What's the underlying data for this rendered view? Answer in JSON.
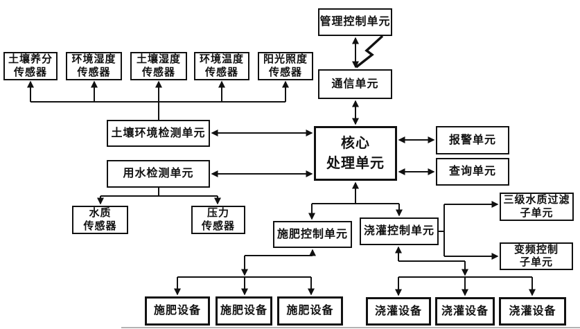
{
  "colors": {
    "background": "#ffffff",
    "line": "#111111",
    "text": "#111111"
  },
  "nodes": {
    "soil_nutrient_sensor": {
      "label": "土壤养分\n传感器"
    },
    "env_humidity_sensor": {
      "label": "环境湿度\n传感器"
    },
    "soil_humidity_sensor": {
      "label": "土壤湿度\n传感器"
    },
    "env_temperature_sensor": {
      "label": "环境温度\n传感器"
    },
    "sunlight_sensor": {
      "label": "阳光照度\n传感器"
    },
    "management_control_unit": {
      "label": "管理控制单元"
    },
    "communication_unit": {
      "label": "通信单元"
    },
    "core_processing_unit": {
      "label": "核心\n处理单元"
    },
    "alarm_unit": {
      "label": "报警单元"
    },
    "query_unit": {
      "label": "查询单元"
    },
    "soil_env_detection_unit": {
      "label": "土壤环境检测单元"
    },
    "water_detection_unit": {
      "label": "用水检测单元"
    },
    "water_quality_sensor": {
      "label": "水质\n传感器"
    },
    "pressure_sensor": {
      "label": "压力\n传感器"
    },
    "fertilization_control_unit": {
      "label": "施肥控制单元"
    },
    "irrigation_control_unit": {
      "label": "浇灌控制单元"
    },
    "filtration_subunit": {
      "label": "三级水质过滤\n子单元"
    },
    "vfd_subunit": {
      "label": "变频控制\n子单元"
    },
    "fertilization_equipment_1": {
      "label": "施肥设备"
    },
    "fertilization_equipment_2": {
      "label": "施肥设备"
    },
    "fertilization_equipment_3": {
      "label": "施肥设备"
    },
    "irrigation_equipment_1": {
      "label": "浇灌设备"
    },
    "irrigation_equipment_2": {
      "label": "浇灌设备"
    },
    "irrigation_equipment_3": {
      "label": "浇灌设备"
    }
  },
  "edges": [
    {
      "from": "soil_env_detection_unit",
      "to": "soil_nutrient_sensor",
      "type": "arrow"
    },
    {
      "from": "soil_env_detection_unit",
      "to": "env_humidity_sensor",
      "type": "arrow"
    },
    {
      "from": "soil_env_detection_unit",
      "to": "soil_humidity_sensor",
      "type": "arrow"
    },
    {
      "from": "soil_env_detection_unit",
      "to": "env_temperature_sensor",
      "type": "arrow"
    },
    {
      "from": "soil_env_detection_unit",
      "to": "sunlight_sensor",
      "type": "arrow"
    },
    {
      "from": "soil_env_detection_unit",
      "to": "core_processing_unit",
      "type": "bidirectional"
    },
    {
      "from": "water_detection_unit",
      "to": "core_processing_unit",
      "type": "bidirectional"
    },
    {
      "from": "water_detection_unit",
      "to": "water_quality_sensor",
      "type": "arrow"
    },
    {
      "from": "water_detection_unit",
      "to": "pressure_sensor",
      "type": "arrow"
    },
    {
      "from": "management_control_unit",
      "to": "communication_unit",
      "type": "bidirectional-wireless"
    },
    {
      "from": "communication_unit",
      "to": "core_processing_unit",
      "type": "bidirectional"
    },
    {
      "from": "core_processing_unit",
      "to": "alarm_unit",
      "type": "bidirectional"
    },
    {
      "from": "core_processing_unit",
      "to": "query_unit",
      "type": "bidirectional"
    },
    {
      "from": "core_processing_unit",
      "to": "fertilization_control_unit",
      "type": "bidirectional"
    },
    {
      "from": "core_processing_unit",
      "to": "irrigation_control_unit",
      "type": "bidirectional"
    },
    {
      "from": "fertilization_equipment_group",
      "to": "fertilization_control_unit",
      "type": "arrow"
    },
    {
      "from": "fertilization_control_unit",
      "to": "fertilization_equipment_1",
      "type": "arrow"
    },
    {
      "from": "fertilization_control_unit",
      "to": "fertilization_equipment_2",
      "type": "arrow"
    },
    {
      "from": "fertilization_control_unit",
      "to": "fertilization_equipment_3",
      "type": "arrow"
    },
    {
      "from": "irrigation_equipment_group",
      "to": "irrigation_control_unit",
      "type": "arrow"
    },
    {
      "from": "irrigation_control_unit",
      "to": "irrigation_equipment_1",
      "type": "arrow"
    },
    {
      "from": "irrigation_control_unit",
      "to": "irrigation_equipment_2",
      "type": "arrow"
    },
    {
      "from": "irrigation_control_unit",
      "to": "irrigation_equipment_3",
      "type": "arrow"
    },
    {
      "from": "irrigation_control_unit",
      "to": "filtration_subunit",
      "type": "arrow"
    },
    {
      "from": "irrigation_control_unit",
      "to": "vfd_subunit",
      "type": "arrow"
    }
  ]
}
